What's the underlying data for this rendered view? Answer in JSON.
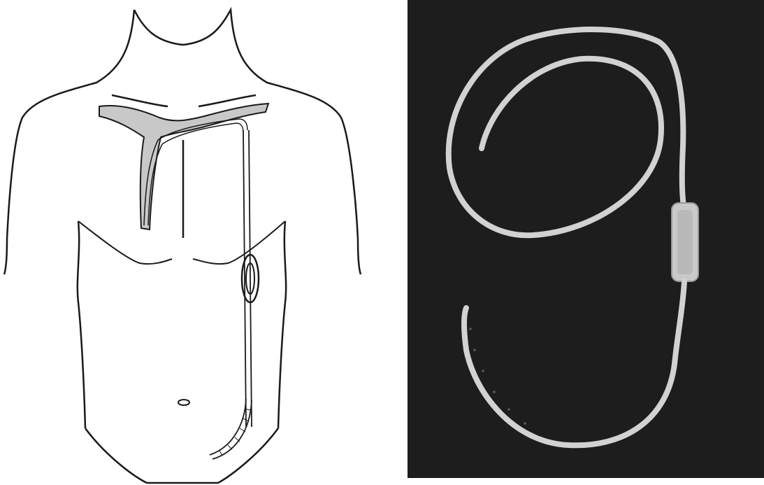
{
  "figure": {
    "panels": [
      {
        "id": "left",
        "kind": "line-drawing"
      },
      {
        "id": "right",
        "kind": "photograph"
      }
    ]
  },
  "colors": {
    "background": "#ffffff",
    "outline": "#1a1a1a",
    "shaded_region": "#c8c8c8",
    "photo_background": "#1d1d1d",
    "catheter": "#d2d2d2"
  }
}
